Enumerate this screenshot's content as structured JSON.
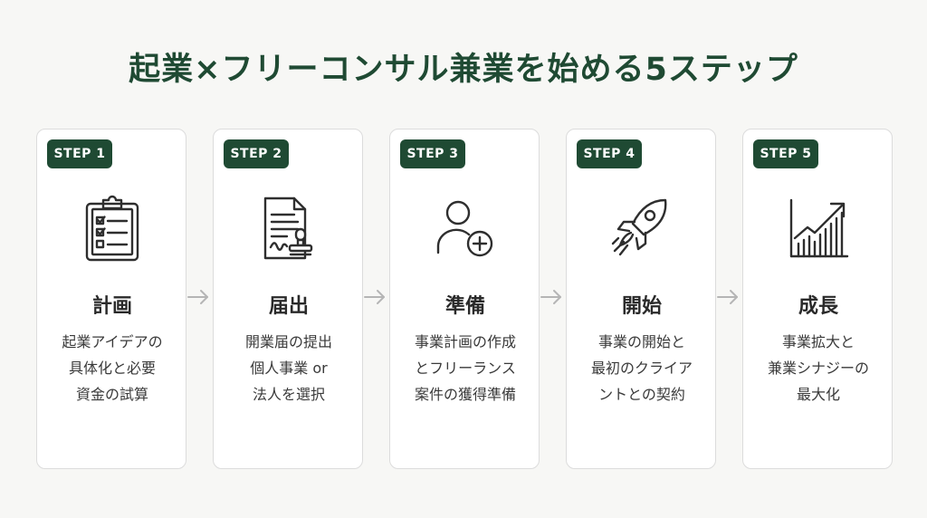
{
  "title": "起業×フリーコンサル兼業を始める5ステップ",
  "colors": {
    "accent": "#1f4a33",
    "card_border": "#dcdcdc",
    "arrow": "#b5b5b5"
  },
  "steps": [
    {
      "badge": "STEP 1",
      "icon": "clipboard-checklist-icon",
      "heading": "計画",
      "lines": [
        "起業アイデアの",
        "具体化と必要",
        "資金の試算"
      ]
    },
    {
      "badge": "STEP 2",
      "icon": "document-stamp-icon",
      "heading": "届出",
      "lines": [
        "開業届の提出",
        "個人事業 or",
        "法人を選択"
      ]
    },
    {
      "badge": "STEP 3",
      "icon": "add-person-icon",
      "heading": "準備",
      "lines": [
        "事業計画の作成",
        "とフリーランス",
        "案件の獲得準備"
      ]
    },
    {
      "badge": "STEP 4",
      "icon": "rocket-icon",
      "heading": "開始",
      "lines": [
        "事業の開始と",
        "最初のクライア",
        "ントとの契約"
      ]
    },
    {
      "badge": "STEP 5",
      "icon": "growth-chart-icon",
      "heading": "成長",
      "lines": [
        "事業拡大と",
        "兼業シナジーの",
        "最大化"
      ]
    }
  ]
}
